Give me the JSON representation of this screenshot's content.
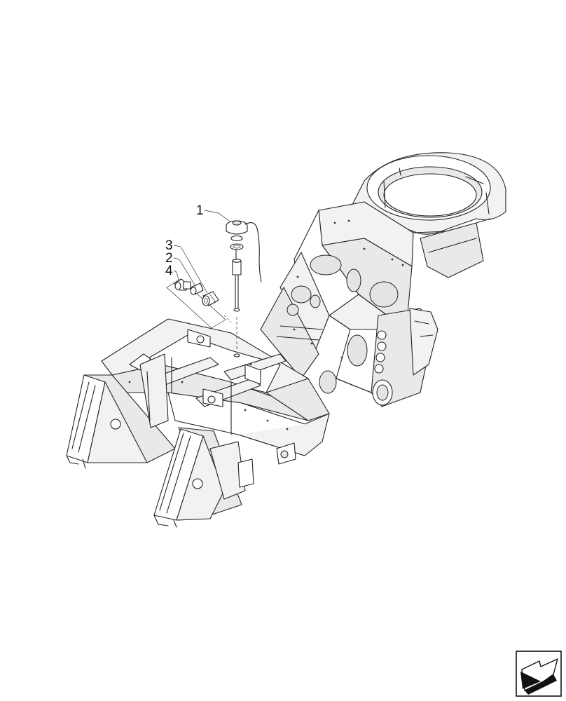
{
  "diagram": {
    "callouts": [
      {
        "id": "callout-1",
        "label": "1"
      },
      {
        "id": "callout-2",
        "label": "2"
      },
      {
        "id": "callout-3",
        "label": "3"
      },
      {
        "id": "callout-4",
        "label": "4"
      }
    ]
  },
  "nav_icon": "next-page-arrow-icon"
}
